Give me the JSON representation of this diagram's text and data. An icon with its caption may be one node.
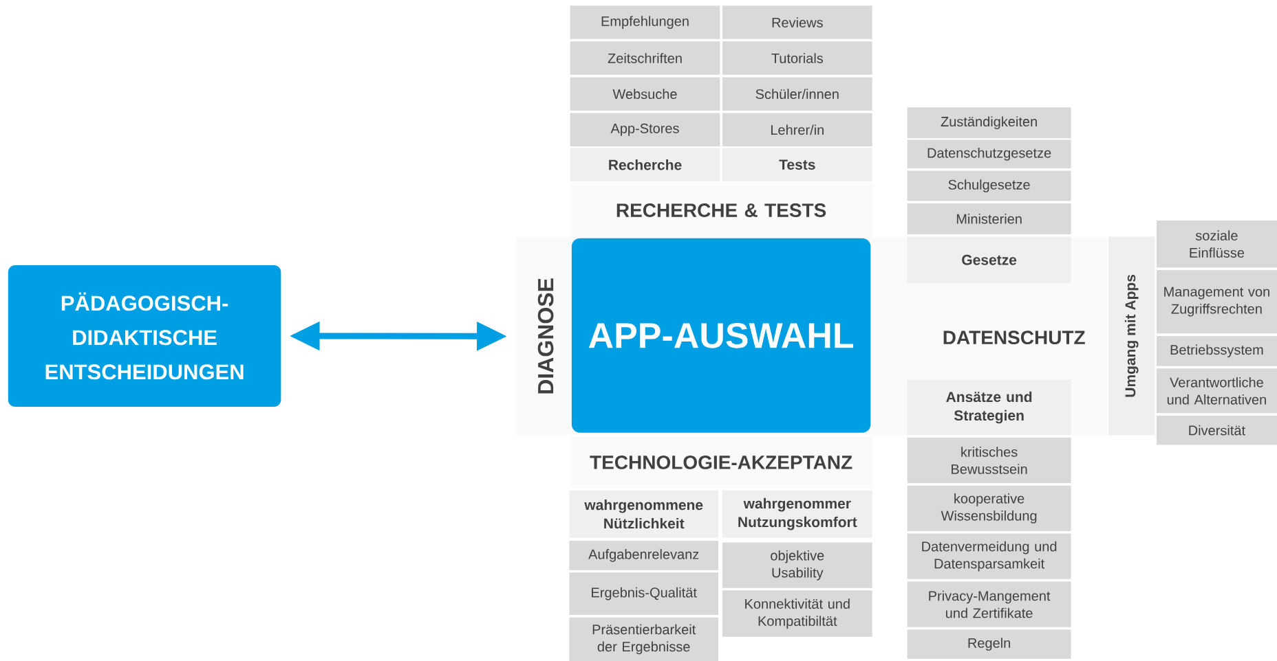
{
  "diagram": {
    "nodes": [
      {
        "text": [
          "PÄDAGOGISCH-DIDAKTISCHE ENTSCHEIDUNGEN"
        ]
      },
      {
        "text": [
          "DIAGNOSE"
        ]
      },
      {
        "text": [
          "APP-AUSWAHL"
        ]
      },
      {
        "text": [
          "Empfehlungen"
        ]
      },
      {
        "text": [
          "Reviews"
        ]
      },
      {
        "text": [
          "Zeitschriften"
        ]
      },
      {
        "text": [
          "Tutorials"
        ]
      },
      {
        "text": [
          "Websuche"
        ]
      },
      {
        "text": [
          "Schüler/innen"
        ]
      },
      {
        "text": [
          "App-Stores"
        ]
      },
      {
        "text": [
          "Lehrer/in"
        ]
      },
      {
        "text": [
          "Recherche"
        ]
      },
      {
        "text": [
          "Tests"
        ]
      },
      {
        "text": [
          "RECHERCHE & TESTS"
        ]
      },
      {
        "text": [
          "Zuständigkeiten"
        ]
      },
      {
        "text": [
          "Datenschutzgesetze"
        ]
      },
      {
        "text": [
          "Schulgesetze"
        ]
      },
      {
        "text": [
          "Ministerien"
        ]
      },
      {
        "text": [
          "Gesetze"
        ]
      },
      {
        "text": [
          "DATENSCHUTZ"
        ]
      },
      {
        "text": [
          "Ansätze und Strategien"
        ]
      },
      {
        "text": [
          "kritisches Bewusstsein"
        ]
      },
      {
        "text": [
          "kooperative Wissensbildung"
        ]
      },
      {
        "text": [
          "Datenvermeidung und Datensparsamkeit"
        ]
      },
      {
        "text": [
          "Privacy-Mangement und Zertifikate"
        ]
      },
      {
        "text": [
          "Regeln"
        ]
      },
      {
        "text": [
          "Umgang mit Apps"
        ]
      },
      {
        "text": [
          "soziale Einflüsse"
        ]
      },
      {
        "text": [
          "Management von Zugriffsrechten"
        ]
      },
      {
        "text": [
          "Betriebssystem"
        ]
      },
      {
        "text": [
          "Verantwortliche und Alternativen"
        ]
      },
      {
        "text": [
          "Diversität"
        ]
      },
      {
        "text": [
          "TECHNOLOGIE-AKZEPTANZ"
        ]
      },
      {
        "text": [
          "wahrgenommene Nützlichkeit"
        ]
      },
      {
        "text": [
          "wahrgenommer Nutzungskomfort"
        ]
      },
      {
        "text": [
          "Aufgabenrelevanz"
        ]
      },
      {
        "text": [
          "objektive Usability"
        ]
      },
      {
        "text": [
          "Ergebnis-Qualität"
        ]
      },
      {
        "text": [
          "Konnektivität und Kompatibiltät"
        ]
      },
      {
        "text": [
          "Präsentierbarkeit der Ergebnisse"
        ]
      }
    ],
    "edges": [
      {
        "from": 0,
        "to": 1,
        "arrow": "both"
      }
    ]
  }
}
